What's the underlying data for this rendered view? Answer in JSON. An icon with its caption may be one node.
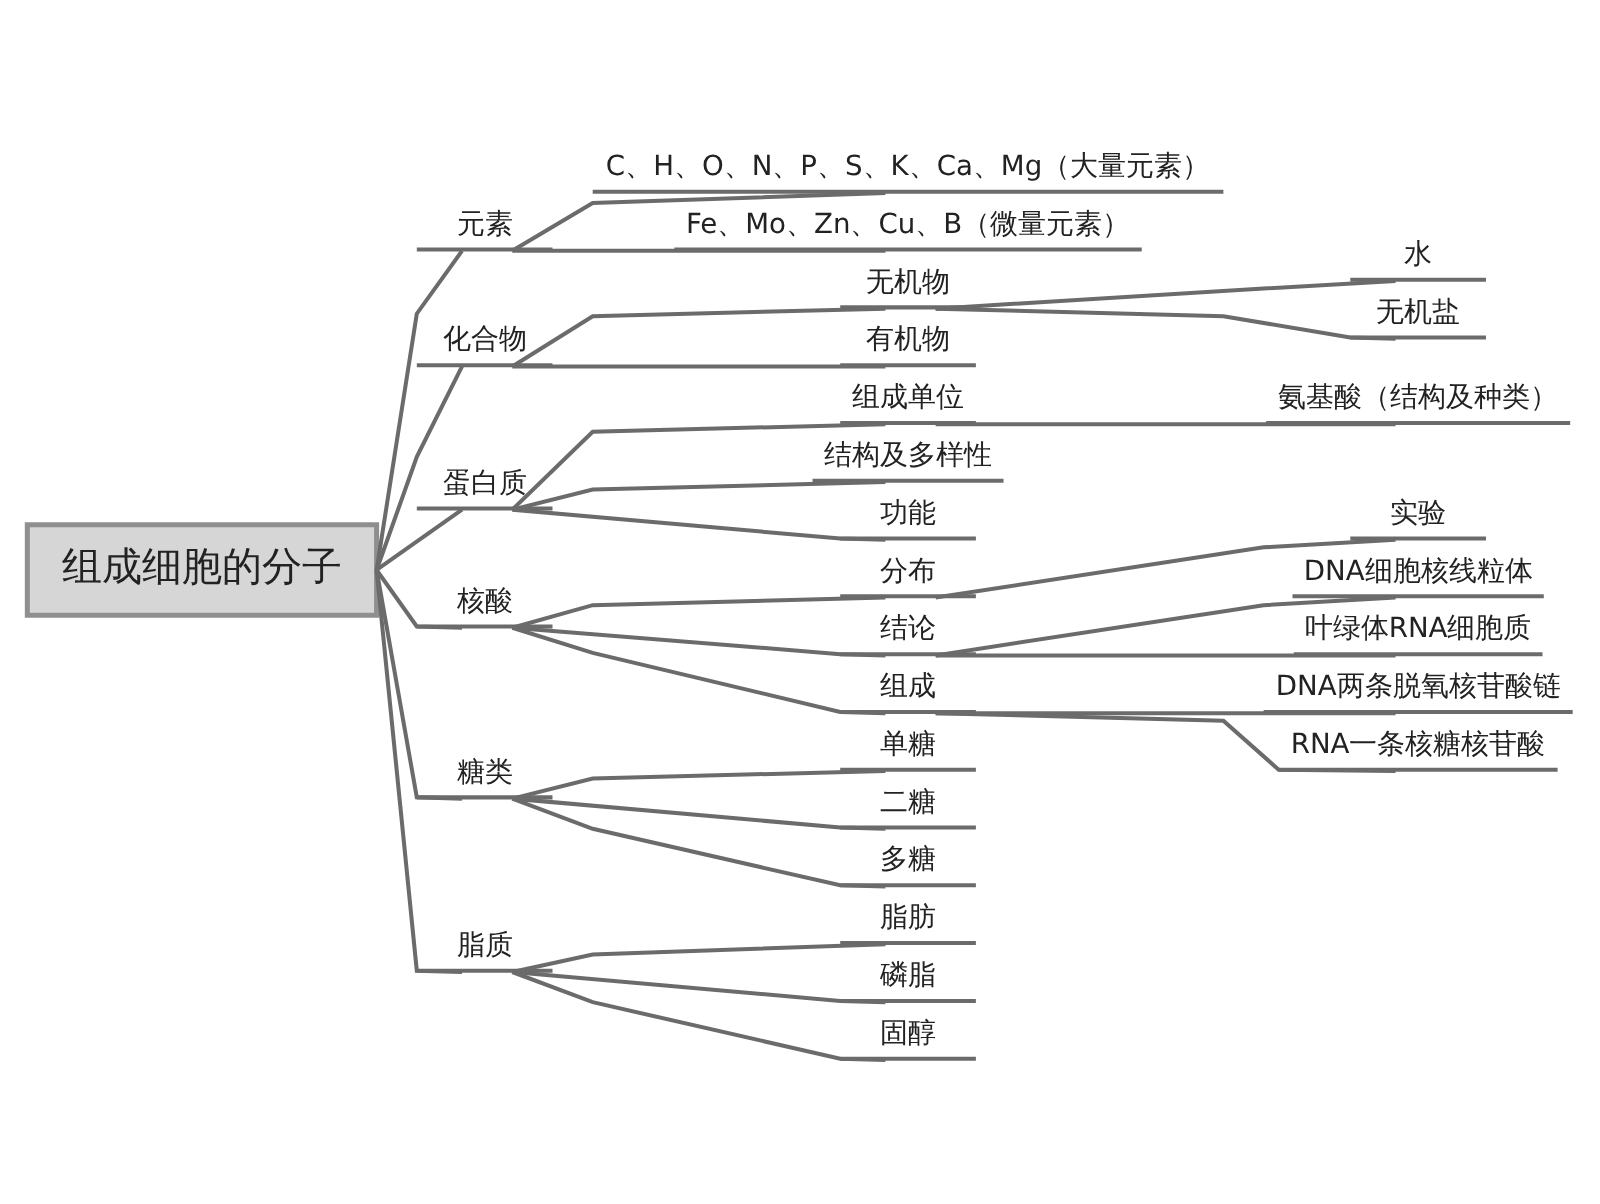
{
  "diagram": {
    "nodes": [
      {
        "text": [
          "组成细胞的分子"
        ]
      },
      {
        "text": [
          "元素"
        ]
      },
      {
        "text": [
          "C、H、O、N、P、S、K、Ca、Mg（大量元素）"
        ]
      },
      {
        "text": [
          "Fe、Mo、Zn、Cu、B（微量元素）"
        ]
      },
      {
        "text": [
          "化合物"
        ]
      },
      {
        "text": [
          "无机物"
        ]
      },
      {
        "text": [
          "水"
        ]
      },
      {
        "text": [
          "无机盐"
        ]
      },
      {
        "text": [
          "有机物"
        ]
      },
      {
        "text": [
          "蛋白质"
        ]
      },
      {
        "text": [
          "组成单位"
        ]
      },
      {
        "text": [
          "氨基酸（结构及种类）"
        ]
      },
      {
        "text": [
          "结构及多样性"
        ]
      },
      {
        "text": [
          "功能"
        ]
      },
      {
        "text": [
          "核酸"
        ]
      },
      {
        "text": [
          "分布"
        ]
      },
      {
        "text": [
          "实验"
        ]
      },
      {
        "text": [
          "结论"
        ]
      },
      {
        "text": [
          "DNA细胞核线粒体"
        ]
      },
      {
        "text": [
          "叶绿体RNA细胞质"
        ]
      },
      {
        "text": [
          "组成"
        ]
      },
      {
        "text": [
          "DNA两条脱氧核苷酸链"
        ]
      },
      {
        "text": [
          "RNA一条核糖核苷酸"
        ]
      },
      {
        "text": [
          "糖类"
        ]
      },
      {
        "text": [
          "单糖"
        ]
      },
      {
        "text": [
          "二糖"
        ]
      },
      {
        "text": [
          "多糖"
        ]
      },
      {
        "text": [
          "脂质"
        ]
      },
      {
        "text": [
          "脂肪"
        ]
      },
      {
        "text": [
          "磷脂"
        ]
      },
      {
        "text": [
          "固醇"
        ]
      }
    ],
    "edges": [
      {
        "from": 0,
        "to": 1,
        "arrow": "none"
      },
      {
        "from": 1,
        "to": 2,
        "arrow": "none"
      },
      {
        "from": 1,
        "to": 3,
        "arrow": "none"
      },
      {
        "from": 0,
        "to": 4,
        "arrow": "none"
      },
      {
        "from": 4,
        "to": 5,
        "arrow": "none"
      },
      {
        "from": 5,
        "to": 6,
        "arrow": "none"
      },
      {
        "from": 5,
        "to": 7,
        "arrow": "none"
      },
      {
        "from": 4,
        "to": 8,
        "arrow": "none"
      },
      {
        "from": 0,
        "to": 9,
        "arrow": "none"
      },
      {
        "from": 9,
        "to": 10,
        "arrow": "none"
      },
      {
        "from": 10,
        "to": 11,
        "arrow": "none"
      },
      {
        "from": 9,
        "to": 12,
        "arrow": "none"
      },
      {
        "from": 9,
        "to": 13,
        "arrow": "none"
      },
      {
        "from": 0,
        "to": 14,
        "arrow": "none"
      },
      {
        "from": 14,
        "to": 15,
        "arrow": "none"
      },
      {
        "from": 15,
        "to": 16,
        "arrow": "none"
      },
      {
        "from": 14,
        "to": 17,
        "arrow": "none"
      },
      {
        "from": 17,
        "to": 18,
        "arrow": "none"
      },
      {
        "from": 17,
        "to": 19,
        "arrow": "none"
      },
      {
        "from": 14,
        "to": 20,
        "arrow": "none"
      },
      {
        "from": 20,
        "to": 21,
        "arrow": "none"
      },
      {
        "from": 20,
        "to": 22,
        "arrow": "none"
      },
      {
        "from": 0,
        "to": 23,
        "arrow": "none"
      },
      {
        "from": 23,
        "to": 24,
        "arrow": "none"
      },
      {
        "from": 23,
        "to": 25,
        "arrow": "none"
      },
      {
        "from": 23,
        "to": 26,
        "arrow": "none"
      },
      {
        "from": 0,
        "to": 27,
        "arrow": "none"
      },
      {
        "from": 27,
        "to": 28,
        "arrow": "none"
      },
      {
        "from": 27,
        "to": 29,
        "arrow": "none"
      },
      {
        "from": 27,
        "to": 30,
        "arrow": "none"
      }
    ]
  }
}
